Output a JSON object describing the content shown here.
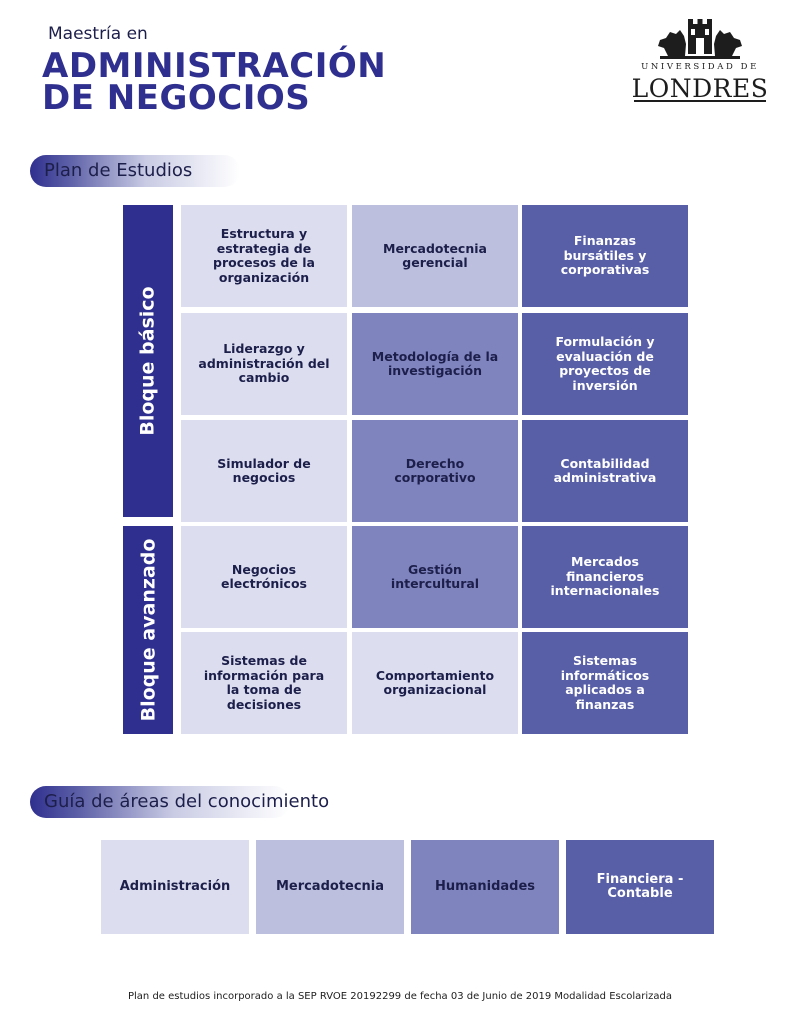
{
  "header": {
    "subtitle": "Maestría en",
    "title_line1": "ADMINISTRACIÓN",
    "title_line2": "DE NEGOCIOS"
  },
  "logo": {
    "universidad": "UNIVERSIDAD DE",
    "name": "LONDRES"
  },
  "plan": {
    "heading": "Plan de Estudios",
    "blocks": [
      {
        "label": "Bloque básico"
      },
      {
        "label": "Bloque avanzado"
      }
    ],
    "rows": [
      [
        "Estructura y estrategia de procesos de la organización",
        "Mercadotecnia gerencial",
        "Finanzas bursátiles y corporativas"
      ],
      [
        "Liderazgo y administración del cambio",
        "Metodología de la investigación",
        "Formulación y evaluación de proyectos de inversión"
      ],
      [
        "Simulador de negocios",
        "Derecho corporativo",
        "Contabilidad administrativa"
      ],
      [
        "Negocios electrónicos",
        "Gestión intercultural",
        "Mercados financieros internacionales"
      ],
      [
        "Sistemas de información para la toma de decisiones",
        "Comportamiento organizacional",
        "Sistemas informáticos aplicados a finanzas"
      ]
    ]
  },
  "guide": {
    "heading": "Guía de áreas del conocimiento",
    "areas": [
      "Administración",
      "Mercadotecnia",
      "Humanidades",
      "Financiera - Contable"
    ]
  },
  "colors": {
    "administracion": "#dcdef0",
    "mercadotecnia": "#bcbfde",
    "humanidades": "#7f84bf",
    "financiera_contable": "#585fa7",
    "brand_navy": "#2f2f8f"
  },
  "footer": "Plan de estudios incorporado a la SEP RVOE 20192299 de fecha 03 de Junio de 2019 Modalidad Escolarizada"
}
